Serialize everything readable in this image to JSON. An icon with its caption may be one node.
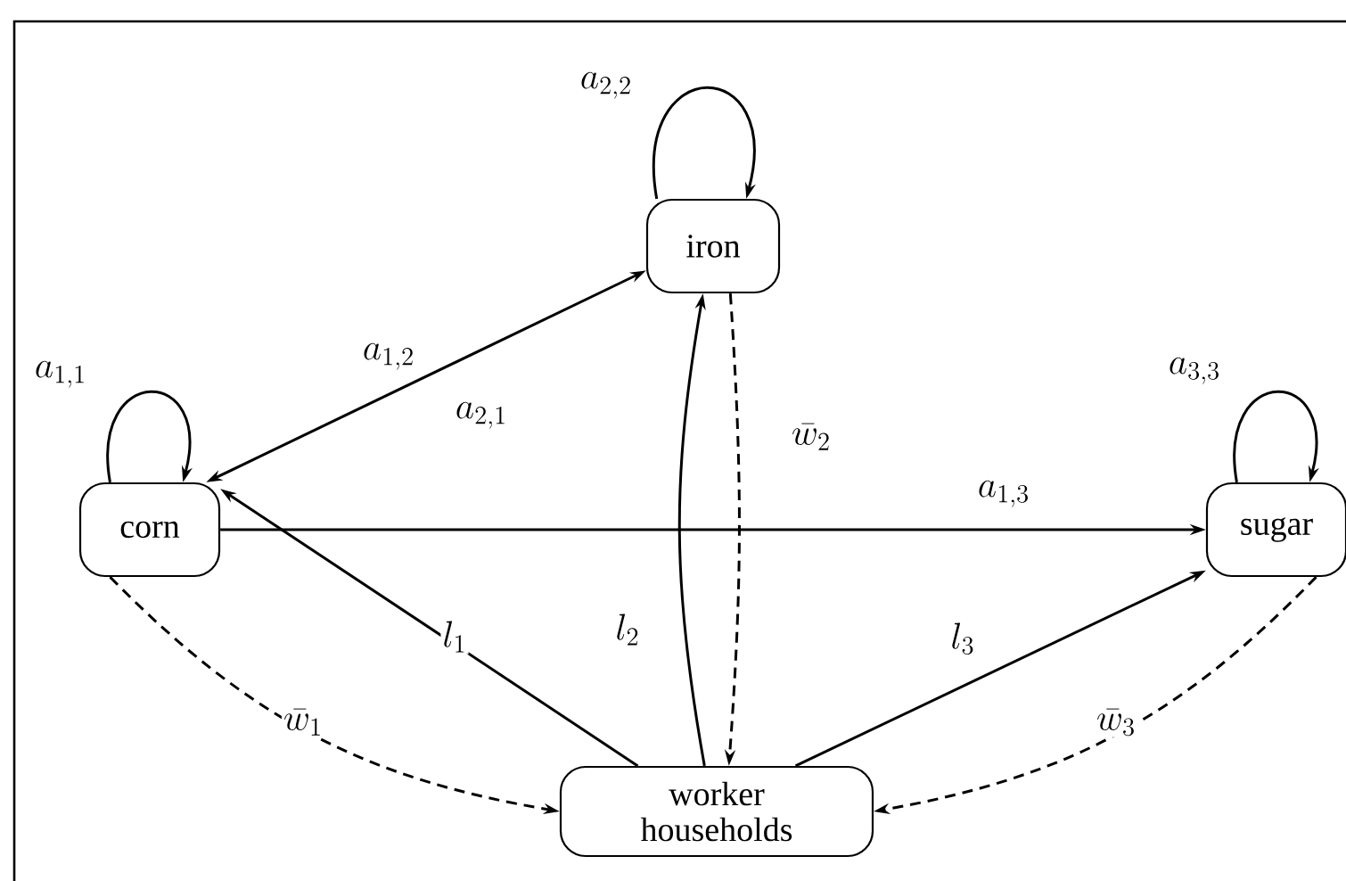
{
  "diagram": {
    "nodes": [
      {
        "text": [
          "iron"
        ]
      },
      {
        "text": [
          "corn"
        ]
      },
      {
        "text": [
          "sugar"
        ]
      },
      {
        "text": [
          "worker households"
        ]
      }
    ],
    "edges": [
      {
        "from": 0,
        "to": 0,
        "arrow": "to",
        "label": "a_{2,2}"
      },
      {
        "from": 1,
        "to": 1,
        "arrow": "to",
        "label": "a_{1,1}"
      },
      {
        "from": 2,
        "to": 2,
        "arrow": "to",
        "label": "a_{3,3}"
      },
      {
        "from": 1,
        "to": 0,
        "arrow": "both",
        "label": "a_{1,2}"
      },
      {
        "from": 1,
        "to": 2,
        "arrow": "to",
        "label": "a_{1,3}"
      },
      {
        "from": 3,
        "to": 1,
        "arrow": "to",
        "label": "l_1"
      },
      {
        "from": 3,
        "to": 0,
        "arrow": "to",
        "label": "l_2"
      },
      {
        "from": 3,
        "to": 2,
        "arrow": "to",
        "label": "l_3"
      },
      {
        "from": 0,
        "to": 3,
        "arrow": "to",
        "label": "\\bar{w}_2",
        "style": "dashed"
      },
      {
        "from": 1,
        "to": 3,
        "arrow": "to",
        "label": "\\bar{w}_1",
        "style": "dashed"
      },
      {
        "from": 2,
        "to": 3,
        "arrow": "to",
        "label": "\\bar{w}_3",
        "style": "dashed"
      }
    ],
    "labels": [
      "a_{2,1}"
    ]
  }
}
